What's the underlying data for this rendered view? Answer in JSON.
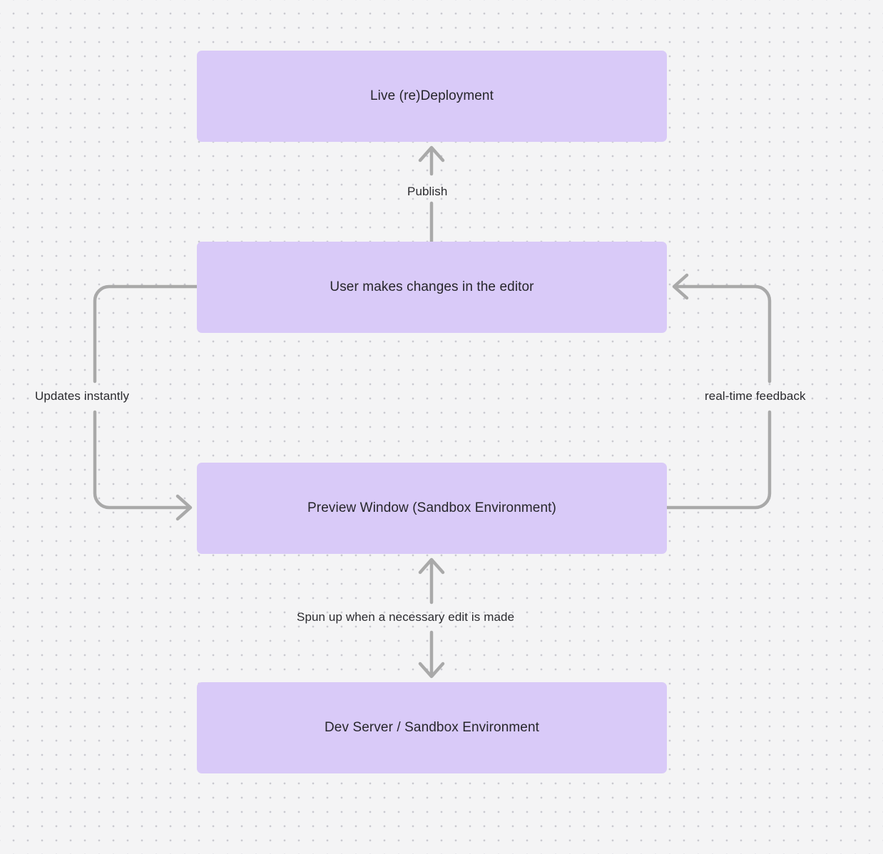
{
  "diagram": {
    "type": "flowchart",
    "background_color": "#f4f4f5",
    "dot_grid_color": "#c9c9cf",
    "node_fill_color": "#d9caf8",
    "node_text_color": "#26262b",
    "edge_color": "#a9a9a9",
    "edge_label_color": "#2a2a2e",
    "nodes": [
      {
        "id": "live",
        "label": "Live (re)Deployment"
      },
      {
        "id": "user",
        "label": "User makes changes in the editor"
      },
      {
        "id": "preview",
        "label": "Preview Window (Sandbox Environment)"
      },
      {
        "id": "devserver",
        "label": "Dev Server / Sandbox Environment"
      }
    ],
    "edges": [
      {
        "id": "publish",
        "from": "user",
        "to": "live",
        "label": "Publish",
        "direction": "up"
      },
      {
        "id": "updates",
        "from": "user",
        "to": "preview",
        "label": "Updates instantly",
        "direction": "left-loop-down"
      },
      {
        "id": "realtime",
        "from": "preview",
        "to": "user",
        "label": "real-time feedback",
        "direction": "right-loop-up"
      },
      {
        "id": "spunup",
        "from": "preview",
        "to": "devserver",
        "label": "Spun up when a necessary edit is made",
        "direction": "bidirectional"
      }
    ]
  }
}
